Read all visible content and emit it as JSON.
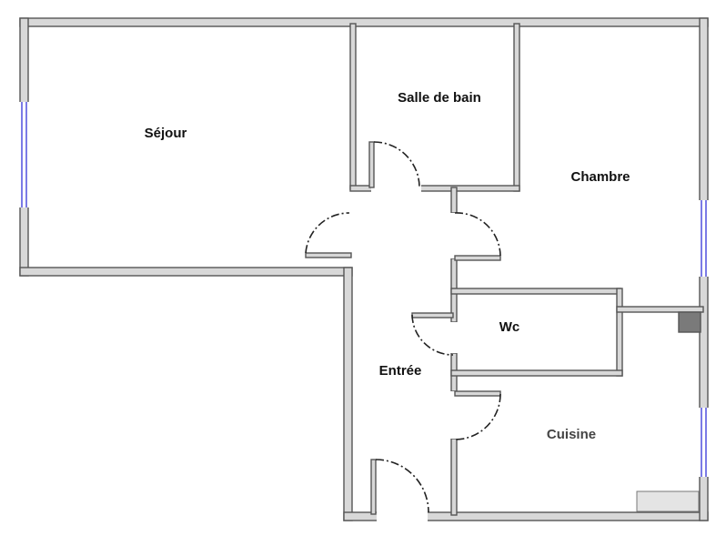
{
  "rooms": {
    "sejour": "Séjour",
    "salle_de_bain": "Salle de bain",
    "chambre": "Chambre",
    "wc": "Wc",
    "entree": "Entrée",
    "cuisine": "Cuisine"
  },
  "colors": {
    "wall_fill": "#d8d8d8",
    "wall_stroke": "#555555",
    "window": "#5a5ae0",
    "door": "#222222"
  }
}
